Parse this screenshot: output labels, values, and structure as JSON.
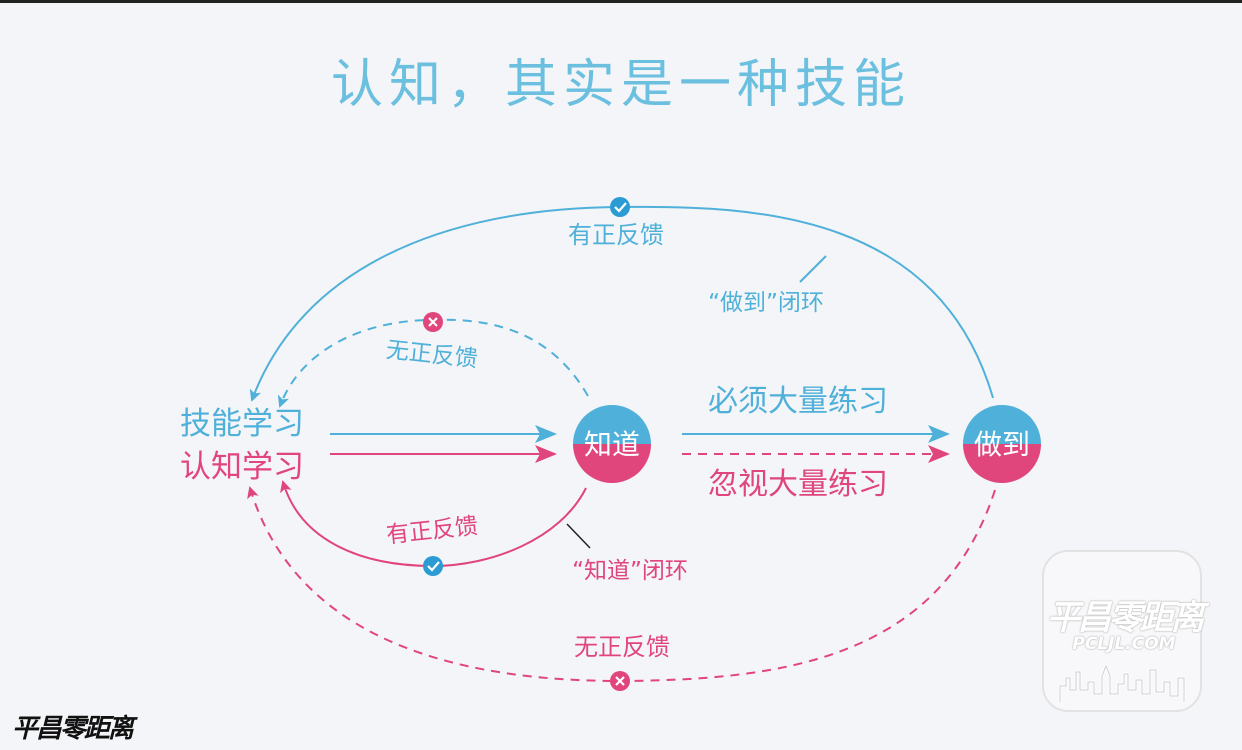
{
  "title": "认知，其实是一种技能",
  "nodes": {
    "skill_learning": "技能学习",
    "cognitive_learning": "认知学习",
    "know": "知道",
    "do": "做到"
  },
  "edges": {
    "top_positive_feedback": "有正反馈",
    "do_loop": "“做到”闭环",
    "inner_no_feedback": "无正反馈",
    "must_practice": "必须大量练习",
    "ignore_practice": "忽视大量练习",
    "inner_positive_feedback": "有正反馈",
    "know_loop": "“知道”闭环",
    "bottom_no_feedback": "无正反馈"
  },
  "colors": {
    "blue": "#4fb0d9",
    "pink": "#e0457c"
  },
  "watermark": {
    "bottom_left": "平昌零距离",
    "logo_main": "平昌零距离",
    "logo_sub": "PCLJL.COM"
  }
}
